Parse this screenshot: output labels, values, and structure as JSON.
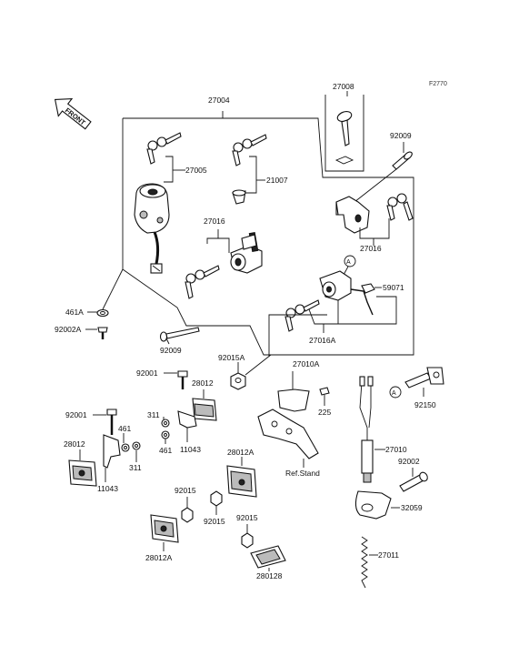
{
  "figure_ref": "F2770",
  "front_label": "FRONT",
  "callout_a": "A",
  "ref_stand": "Ref.Stand",
  "labels": {
    "p27004": "27004",
    "p27008": "27008",
    "p92009a": "92009",
    "p27005": "27005",
    "p21007": "21007",
    "p27016a": "27016",
    "p27016b": "27016",
    "p59071": "59071",
    "p461a": "461A",
    "p92002a": "92002A",
    "p27016A": "27016A",
    "p92009b": "92009",
    "p92015a": "92015A",
    "p92001a": "92001",
    "p28012a": "28012",
    "p27010a": "27010A",
    "p92150": "92150",
    "p225": "225",
    "p92001b": "92001",
    "p311a": "311",
    "p461b": "461",
    "p461c": "461",
    "p11043a": "11043",
    "p28012b": "28012",
    "p311b": "311",
    "p11043b": "11043",
    "p27010": "27010",
    "p28012A1": "28012A",
    "p92002": "92002",
    "p92015b": "92015",
    "p92015c": "92015",
    "p32059": "32059",
    "p92015d": "92015",
    "p28012A2": "28012A",
    "p27011": "27011",
    "p280128": "280128"
  }
}
